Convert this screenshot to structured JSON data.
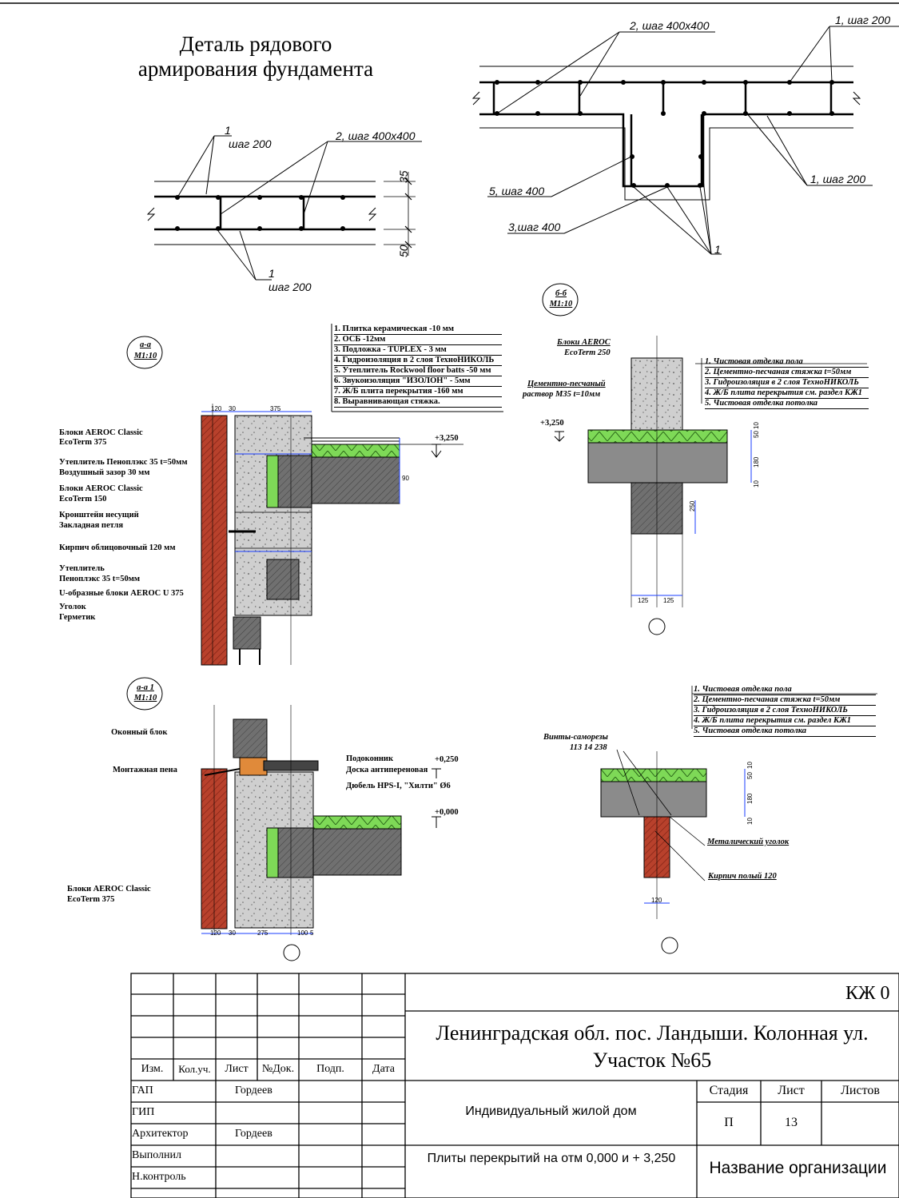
{
  "title": {
    "line1": "Деталь рядового",
    "line2": "армирования фундамента"
  },
  "detail_top_left": {
    "rebar1_top": "1",
    "step_top": "шаг 200",
    "rebar2": "2, шаг 400х400",
    "dim_35": "35",
    "dim_50": "50",
    "rebar1_bottom": "1",
    "step_bottom": "шаг 200"
  },
  "detail_top_right": {
    "rebar2": "2, шаг 400х400",
    "rebar1_top": "1, шаг 200",
    "rebar1_right": "1, шаг 200",
    "rebar5": "5, шаг 400",
    "rebar3": "3,шаг 400",
    "rebar1_bottom": "1"
  },
  "section_aa": {
    "tag": "а-а",
    "scale": "М1:10",
    "layers": [
      "1. Плитка керамическая -10 мм",
      "2. ОСБ -12мм",
      "3. Подложка - TUPLEX - 3 мм",
      "4. Гидроизоляция в 2 слоя ТехноНИКОЛЬ",
      "5. Утеплитель Rockwool floor batts -50 мм",
      "6. Звукоизоляция \"ИЗОЛОН\" - 5мм",
      "7. Ж/Б плита перекрытия -160 мм",
      "8. Выравнивающая стяжка."
    ],
    "left_labels": [
      "Блоки AEROC Classic",
      "EcoTerm 375",
      "Утеплитель Пеноплэкс 35 t=50мм",
      "Воздушный зазор 30 мм",
      "Блоки AEROC Classic",
      "EcoTerm 150",
      "Кронштейн несущий",
      "Закладная петля",
      "Кирпич облицовочный 120 мм",
      "Утеплитель",
      "Пеноплэкс 35 t=50мм",
      "U-образные блоки AEROC U 375",
      "Уголок",
      "Герметик"
    ],
    "dims_top": [
      "120",
      "30",
      "375"
    ],
    "level": "+3,250",
    "dim_90": "90"
  },
  "section_bb": {
    "tag": "б-б",
    "scale": "М1:10",
    "block_label": [
      "Блоки AEROC",
      "EcoTerm 250"
    ],
    "mortar_label": [
      "Цементно-песчаный",
      "раствор М35 t=10мм"
    ],
    "layers": [
      "1. Чистовая отделка пола",
      "2. Цементно-песчаная стяжка t=50мм",
      "3. Гидроизоляция в 2 слоя ТехноНИКОЛЬ",
      "4. Ж/Б плита перекрытия см. раздел КЖ1",
      "5. Чистовая отделка потолка"
    ],
    "level": "+3,250",
    "dims": [
      "50",
      "10",
      "180",
      "10",
      "250"
    ],
    "dims_bottom": [
      "125",
      "125"
    ]
  },
  "section_aa1": {
    "tag": "а-а 1",
    "scale": "М1:10",
    "left_labels": [
      "Оконный блок",
      "Монтажная пена",
      "Блоки AEROC Classic",
      "EcoTerm 375"
    ],
    "right_labels": [
      "Подоконник",
      "Доска антипереновая",
      "Дюбель HPS-I, \"Хилти\" Ø6"
    ],
    "level_top": "+0,250",
    "level_slab": "+0,000",
    "dims_bottom": [
      "120",
      "30",
      "275",
      "100",
      "5"
    ]
  },
  "section_brick": {
    "layers": [
      "1. Чистовая отделка пола",
      "2. Цементно-песчаная стяжка t=50мм",
      "3. Гидроизоляция в 2 слоя ТехноНИКОЛЬ",
      "4. Ж/Б плита перекрытия см. раздел КЖ1",
      "5. Чистовая отделка потолка"
    ],
    "screws_label": [
      "Винты-саморезы",
      "113 14 238"
    ],
    "angle_label": "Металический уголок",
    "brick_label": "Кирпич полый 120",
    "dims": [
      "50",
      "10",
      "180",
      "10"
    ],
    "dim_bottom": "120"
  },
  "title_block": {
    "code": "КЖ 0",
    "address_line1": "Ленинградская обл. пос. Ландыши. Колонная ул.",
    "address_line2": "Участок №65",
    "header": [
      "Изм.",
      "Кол.уч.",
      "Лист",
      "№Док.",
      "Подп.",
      "Дата"
    ],
    "roles": [
      "ГАП",
      "ГИП",
      "Архитектор",
      "Выполнил",
      "Н.контроль"
    ],
    "names": {
      "gap": "Гордеев",
      "architect": "Гордеев"
    },
    "building": "Индивидуальный жилой дом",
    "stage_label": "Стадия",
    "sheet_label": "Лист",
    "sheets_label": "Листов",
    "stage": "П",
    "sheet": "13",
    "sheets": "",
    "drawing_name": "Плиты перекрытий на отм 0,000 и + 3,250",
    "organization": "Название организации"
  }
}
